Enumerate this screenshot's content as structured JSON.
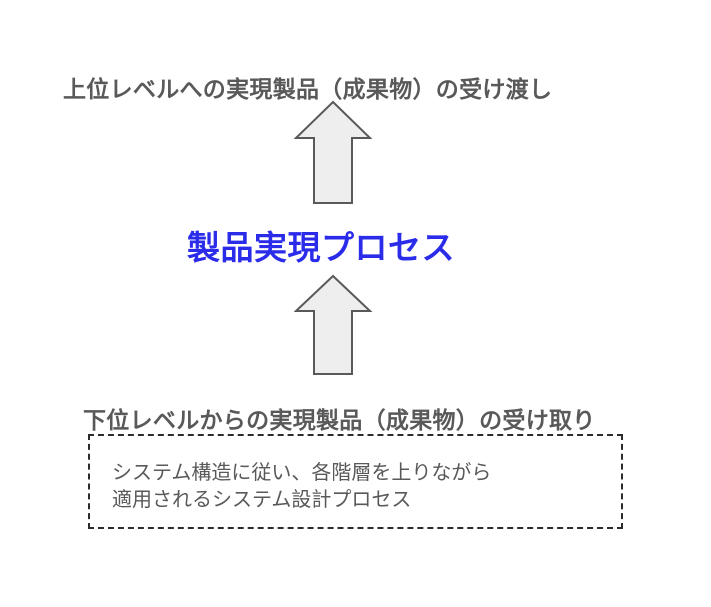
{
  "diagram": {
    "top_label": "上位レベルへの実現製品（成果物）の受け渡し",
    "process_title": "製品実現プロセス",
    "bottom_label": "下位レベルからの実現製品（成果物）の受け取り",
    "description": {
      "line1": "システム構造に従い、各階層を上りながら",
      "line2": "適用されるシステム設計プロセス"
    },
    "arrows": [
      {
        "direction": "up",
        "from": "process_title",
        "to": "top_label"
      },
      {
        "direction": "up",
        "from": "bottom_label",
        "to": "process_title"
      }
    ],
    "colors": {
      "title": "#2b2bea",
      "text": "#595959",
      "arrow_fill": "#eeeeee",
      "arrow_stroke": "#595959",
      "box_border": "#2b2b2b"
    }
  }
}
